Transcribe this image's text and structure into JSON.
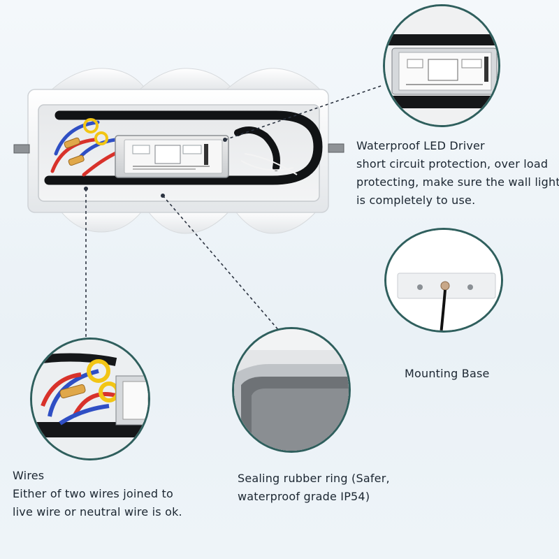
{
  "captions": {
    "driver": {
      "title": "Waterproof LED Driver",
      "lines": [
        "short  circuit protection, over load",
        "protecting, make sure the wall light",
        "is completely to use."
      ]
    },
    "mounting": {
      "title": "Mounting Base"
    },
    "wires": {
      "title": "Wires",
      "lines": [
        "Either of two wires joined to",
        "live wire or neutral wire is ok."
      ]
    },
    "sealing": {
      "lines": [
        "Sealing rubber ring (Safer,",
        "waterproof grade IP54)"
      ]
    }
  },
  "colors": {
    "circle_border": "#2f5f5d",
    "cable": "#101214",
    "wire_red": "#d8322b",
    "wire_blue": "#2f4fc4",
    "wire_yellow": "#f2c514",
    "housing": "#f5f6f7"
  }
}
